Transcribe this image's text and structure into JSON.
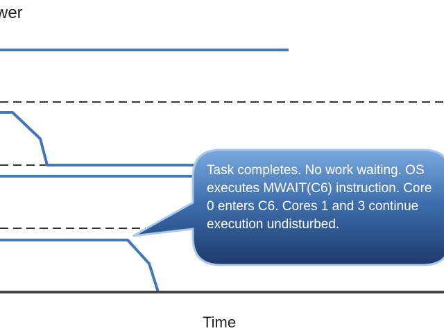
{
  "diagram": {
    "y_axis_label": "wer",
    "x_axis_label": "Time",
    "callout": "Task completes. No work waiting. OS executes MWAIT(C6) instruction. Core 0 enters C6. Cores 1 and 3 continue execution undisturbed."
  },
  "colors": {
    "line": "#3f78b4",
    "dashed": "#333333",
    "axis": "#444444",
    "callout_fill_top": "#6e9ed6",
    "callout_fill_bottom": "#1f3f73",
    "callout_stroke": "#a9c8ea"
  }
}
